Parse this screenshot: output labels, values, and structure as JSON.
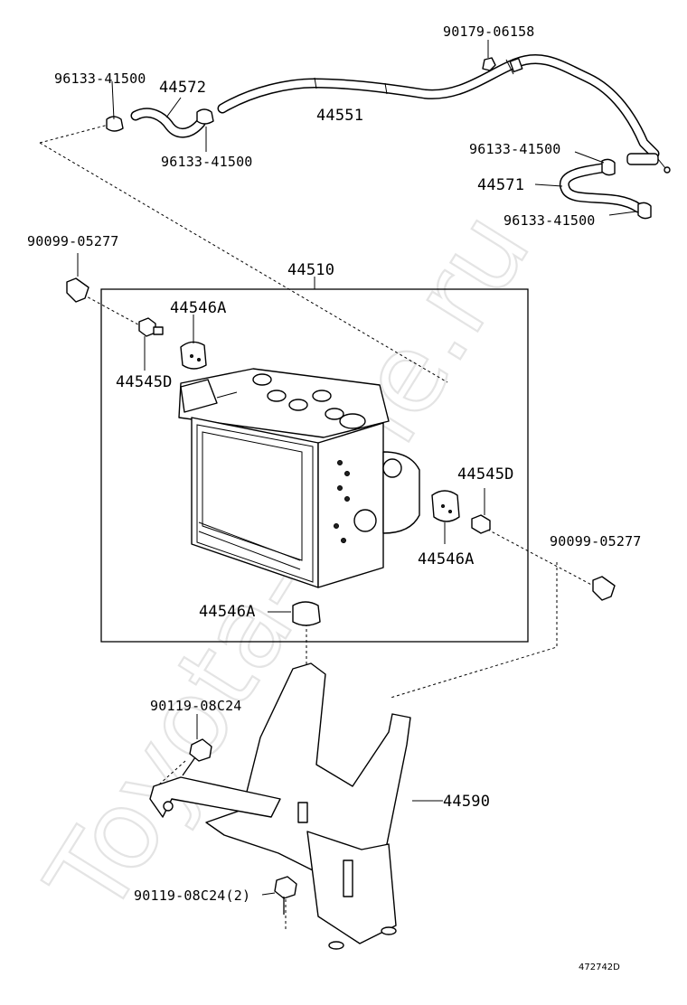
{
  "watermark": "Toyota-Mine.ru",
  "diagram_code": "472742D",
  "labels": {
    "clip_top_left": "96133-41500",
    "hose_left": "44572",
    "clip_mid_left": "96133-41500",
    "tube_main": "44551",
    "nut_top": "90179-06158",
    "clip_right_upper": "96133-41500",
    "hose_right": "44571",
    "clip_right_lower": "96133-41500",
    "bolt_left": "90099-05277",
    "actuator_assy": "44510",
    "cushion_upper": "44546A",
    "stud_left": "44545D",
    "stud_right": "44545D",
    "cushion_right": "44546A",
    "bolt_right": "90099-05277",
    "cushion_lower": "44546A",
    "bolt_bracket_upper": "90119-08C24",
    "bracket": "44590",
    "bolt_bracket_lower": "90119-08C24(2)"
  }
}
